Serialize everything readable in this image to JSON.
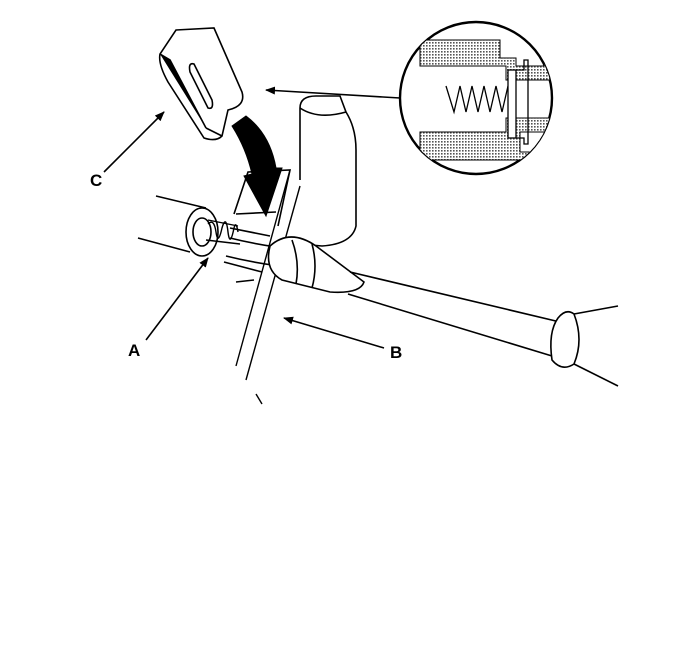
{
  "labels": {
    "a": "A",
    "b": "B",
    "c": "C"
  },
  "colors": {
    "ink": "#000000",
    "hatch": "#8a8a8a",
    "paper": "#ffffff"
  }
}
